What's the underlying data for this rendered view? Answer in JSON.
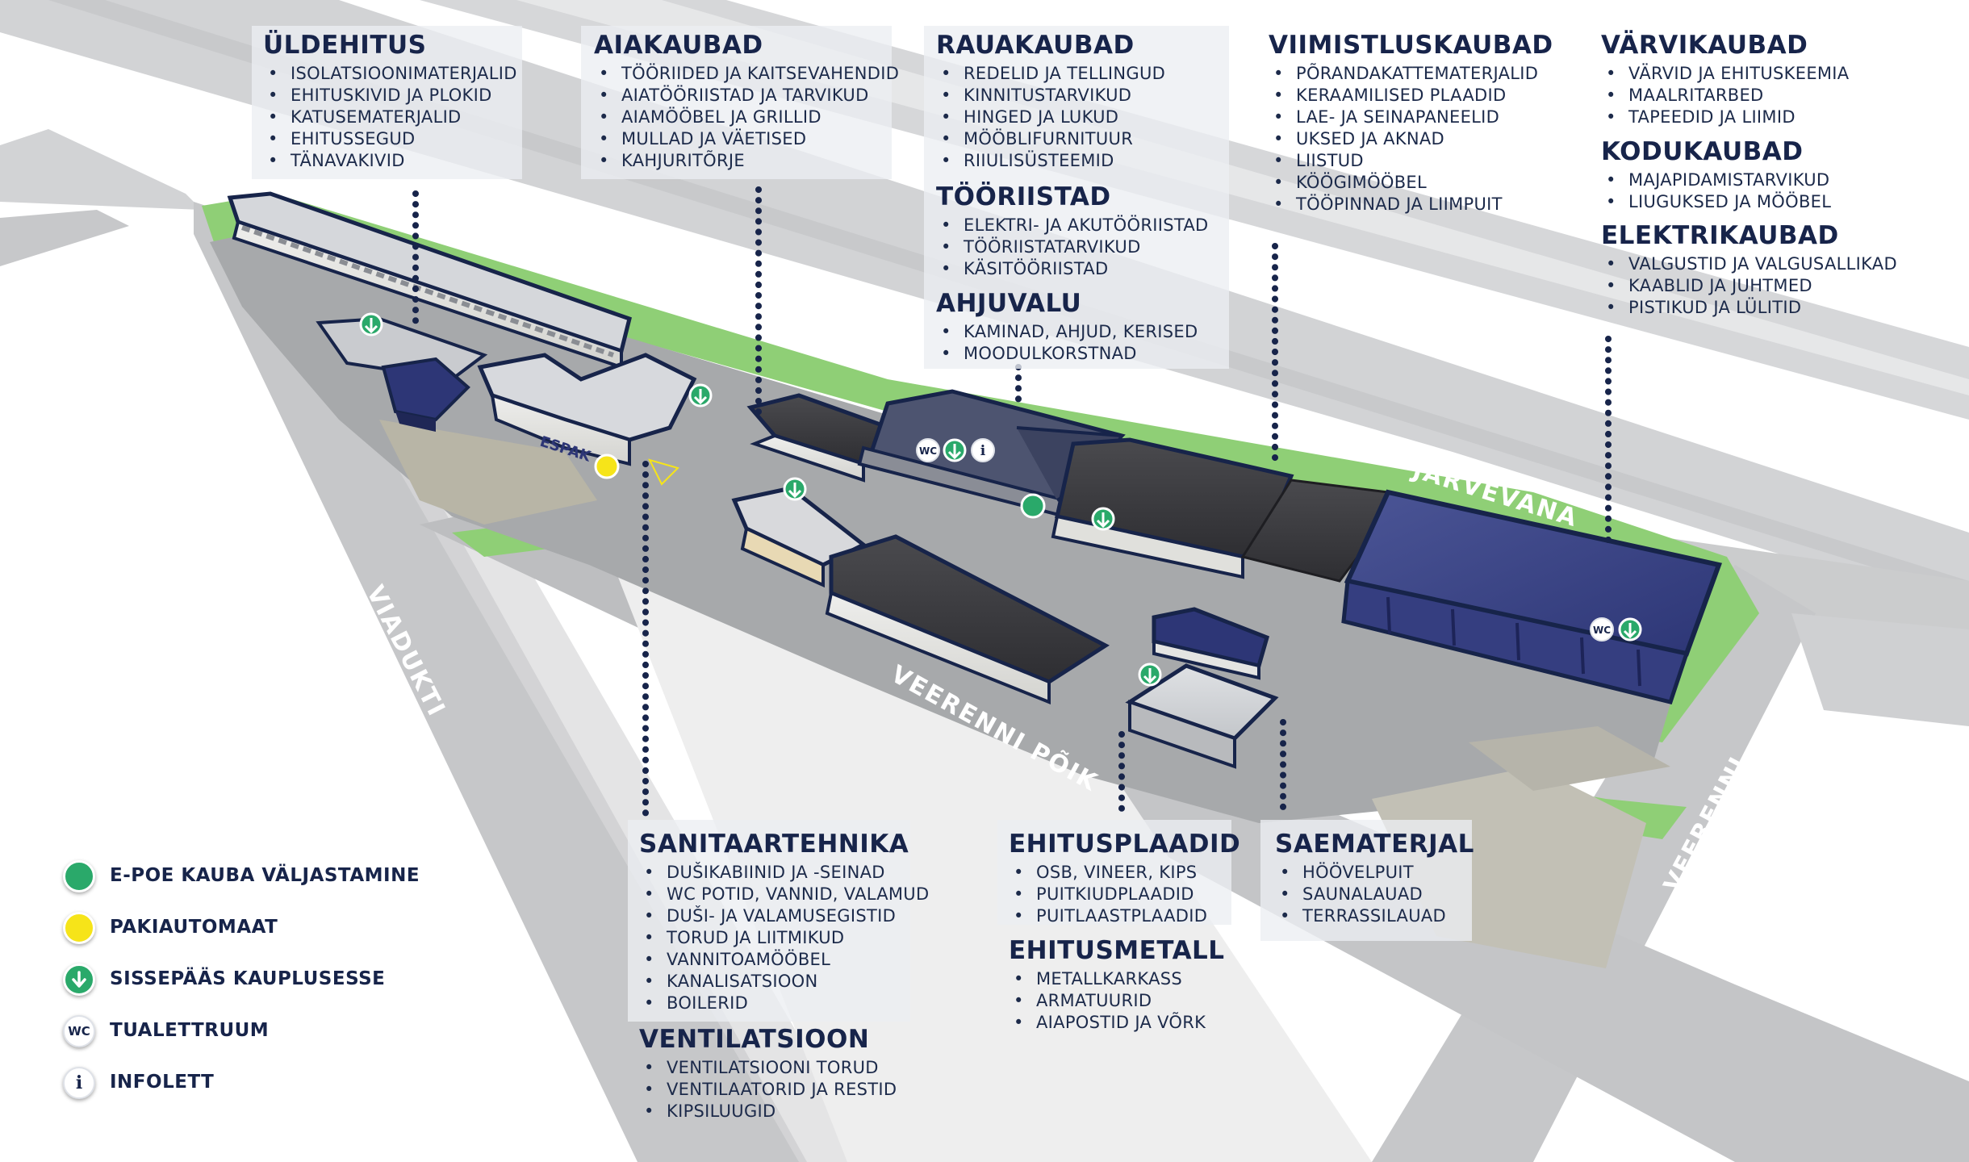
{
  "colors": {
    "navy": "#17244a",
    "road": "#c6c7c9",
    "grass": "#8fcf76",
    "lot": "#a7a9ab",
    "green_marker": "#2aa96a",
    "yellow_marker": "#f6e419"
  },
  "roads": {
    "viadukti": "VIADUKTI",
    "veerenni_poik": "VEERENNI PÕIK",
    "jarvevana": "JÄRVEVANA",
    "veerenni": "VEERENNI"
  },
  "categories": [
    {
      "id": "uldehitus",
      "title": "ÜLDEHITUS",
      "items": [
        "ISOLATSIOONIMATERJALID",
        "EHITUSKIVID JA PLOKID",
        "KATUSEMATERJALID",
        "EHITUSSEGUD",
        "TÄNAVAKIVID"
      ]
    },
    {
      "id": "aiakaubad",
      "title": "AIAKAUBAD",
      "items": [
        "TÖÖRIIDED JA KAITSEVAHENDID",
        "AIATÖÖRIISTAD JA TARVIKUD",
        "AIAMÖÖBEL JA GRILLID",
        "MULLAD JA VÄETISED",
        "KAHJURITÕRJE"
      ]
    },
    {
      "id": "rauakaubad",
      "title": "RAUAKAUBAD",
      "items": [
        "REDELID JA TELLINGUD",
        "KINNITUSTARVIKUD",
        "HINGED JA LUKUD",
        "MÖÖBLIFURNITUUR",
        "RIIULISÜSTEEMID"
      ]
    },
    {
      "id": "tooriistad",
      "title": "TÖÖRIISTAD",
      "items": [
        "ELEKTRI- JA AKUTÖÖRIISTAD",
        "TÖÖRIISTATARVIKUD",
        "KÄSITÖÖRIISTAD"
      ]
    },
    {
      "id": "ahjuvalu",
      "title": "AHJUVALU",
      "items": [
        "KAMINAD, AHJUD, KERISED",
        "MOODULKORSTNAD"
      ]
    },
    {
      "id": "viimistlus",
      "title": "VIIMISTLUSKAUBAD",
      "items": [
        "PÕRANDAKATTEMATERJALID",
        "KERAAMILISED PLAADID",
        "LAE- JA SEINAPANEELID",
        "UKSED JA AKNAD",
        "LIISTUD",
        "KÖÖGIMÖÖBEL",
        "TÖÖPINNAD JA LIIMPUIT"
      ]
    },
    {
      "id": "varvikaubad",
      "title": "VÄRVIKAUBAD",
      "items": [
        "VÄRVID JA EHITUSKEEMIA",
        "MAALRITARBED",
        "TAPEEDID JA LIIMID"
      ]
    },
    {
      "id": "kodukaubad",
      "title": "KODUKAUBAD",
      "items": [
        "MAJAPIDAMISTARVIKUD",
        "LIUGUKSED JA MÖÖBEL"
      ]
    },
    {
      "id": "elektrikaubad",
      "title": "ELEKTRIKAUBAD",
      "items": [
        "VALGUSTID JA VALGUSALLIKAD",
        "KAABLID JA JUHTMED",
        "PISTIKUD JA LÜLITID"
      ]
    },
    {
      "id": "sanitaar",
      "title": "SANITAARTEHNIKA",
      "items": [
        "DUŠIKABIINID JA -SEINAD",
        "WC POTID, VANNID, VALAMUD",
        "DUŠI- JA VALAMUSEGISTID",
        "TORUD JA LIITMIKUD",
        "VANNITOAMÖÖBEL",
        "KANALISATSIOON",
        "BOILERID"
      ]
    },
    {
      "id": "ventilatsioon",
      "title": "VENTILATSIOON",
      "items": [
        "VENTILATSIOONI TORUD",
        "VENTILAATORID JA RESTID",
        "KIPSILUUGID"
      ]
    },
    {
      "id": "ehitusplaadid",
      "title": "EHITUSPLAADID",
      "items": [
        "OSB, VINEER, KIPS",
        "PUITKIUDPLAADID",
        "PUITLAASTPLAADID"
      ]
    },
    {
      "id": "ehitusmetall",
      "title": "EHITUSMETALL",
      "items": [
        "METALLKARKASS",
        "ARMATUURID",
        "AIAPOSTID JA VÕRK"
      ]
    },
    {
      "id": "saematerjal",
      "title": "SAEMATERJAL",
      "items": [
        "HÖÖVELPUIT",
        "SAUNALAUAD",
        "TERRASSILAUAD"
      ]
    }
  ],
  "markers": {
    "wc": "WC",
    "info": "i",
    "building_sign": "ESPAK"
  },
  "legend": [
    {
      "icon": "green-dot",
      "label": "E-POE KAUBA VÄLJASTAMINE"
    },
    {
      "icon": "yellow-dot",
      "label": "PAKIAUTOMAAT"
    },
    {
      "icon": "entrance-arrow",
      "label": "SISSEPÄÄS KAUPLUSESSE"
    },
    {
      "icon": "wc",
      "label": "TUALETTRUUM"
    },
    {
      "icon": "info",
      "label": "INFOLETT"
    }
  ]
}
